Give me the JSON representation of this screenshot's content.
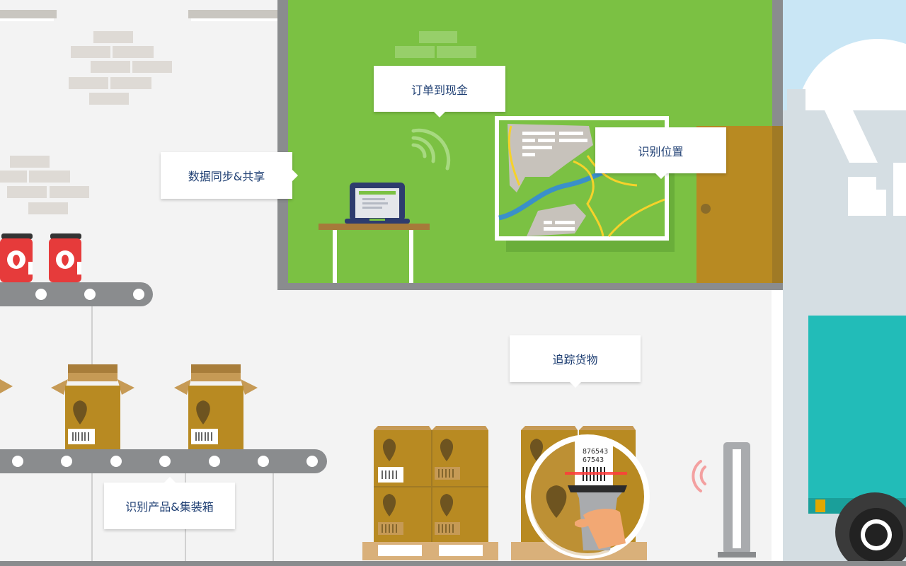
{
  "callouts": {
    "order_to_cash": "订单到现金",
    "data_sync": "数据同步&共享",
    "identify_location": "识别位置",
    "track_goods": "追踪货物",
    "identify_products": "识别产品&集装箱"
  },
  "scanner": {
    "barcode_line1": "876543",
    "barcode_line2": "67543"
  },
  "colors": {
    "wall": "#f3f3f3",
    "office_green": "#7bc143",
    "frame_gray": "#8a8c8e",
    "door": "#b88a22",
    "box": "#b88a22",
    "truck": "#22bcb8",
    "jar": "#e63b3b",
    "label_text": "#1f3f73",
    "sky": "#c9e6f5"
  },
  "icons": [
    "wifi-signal-icon",
    "strawberry-icon",
    "barcode-icon",
    "rfid-signal-icon"
  ]
}
